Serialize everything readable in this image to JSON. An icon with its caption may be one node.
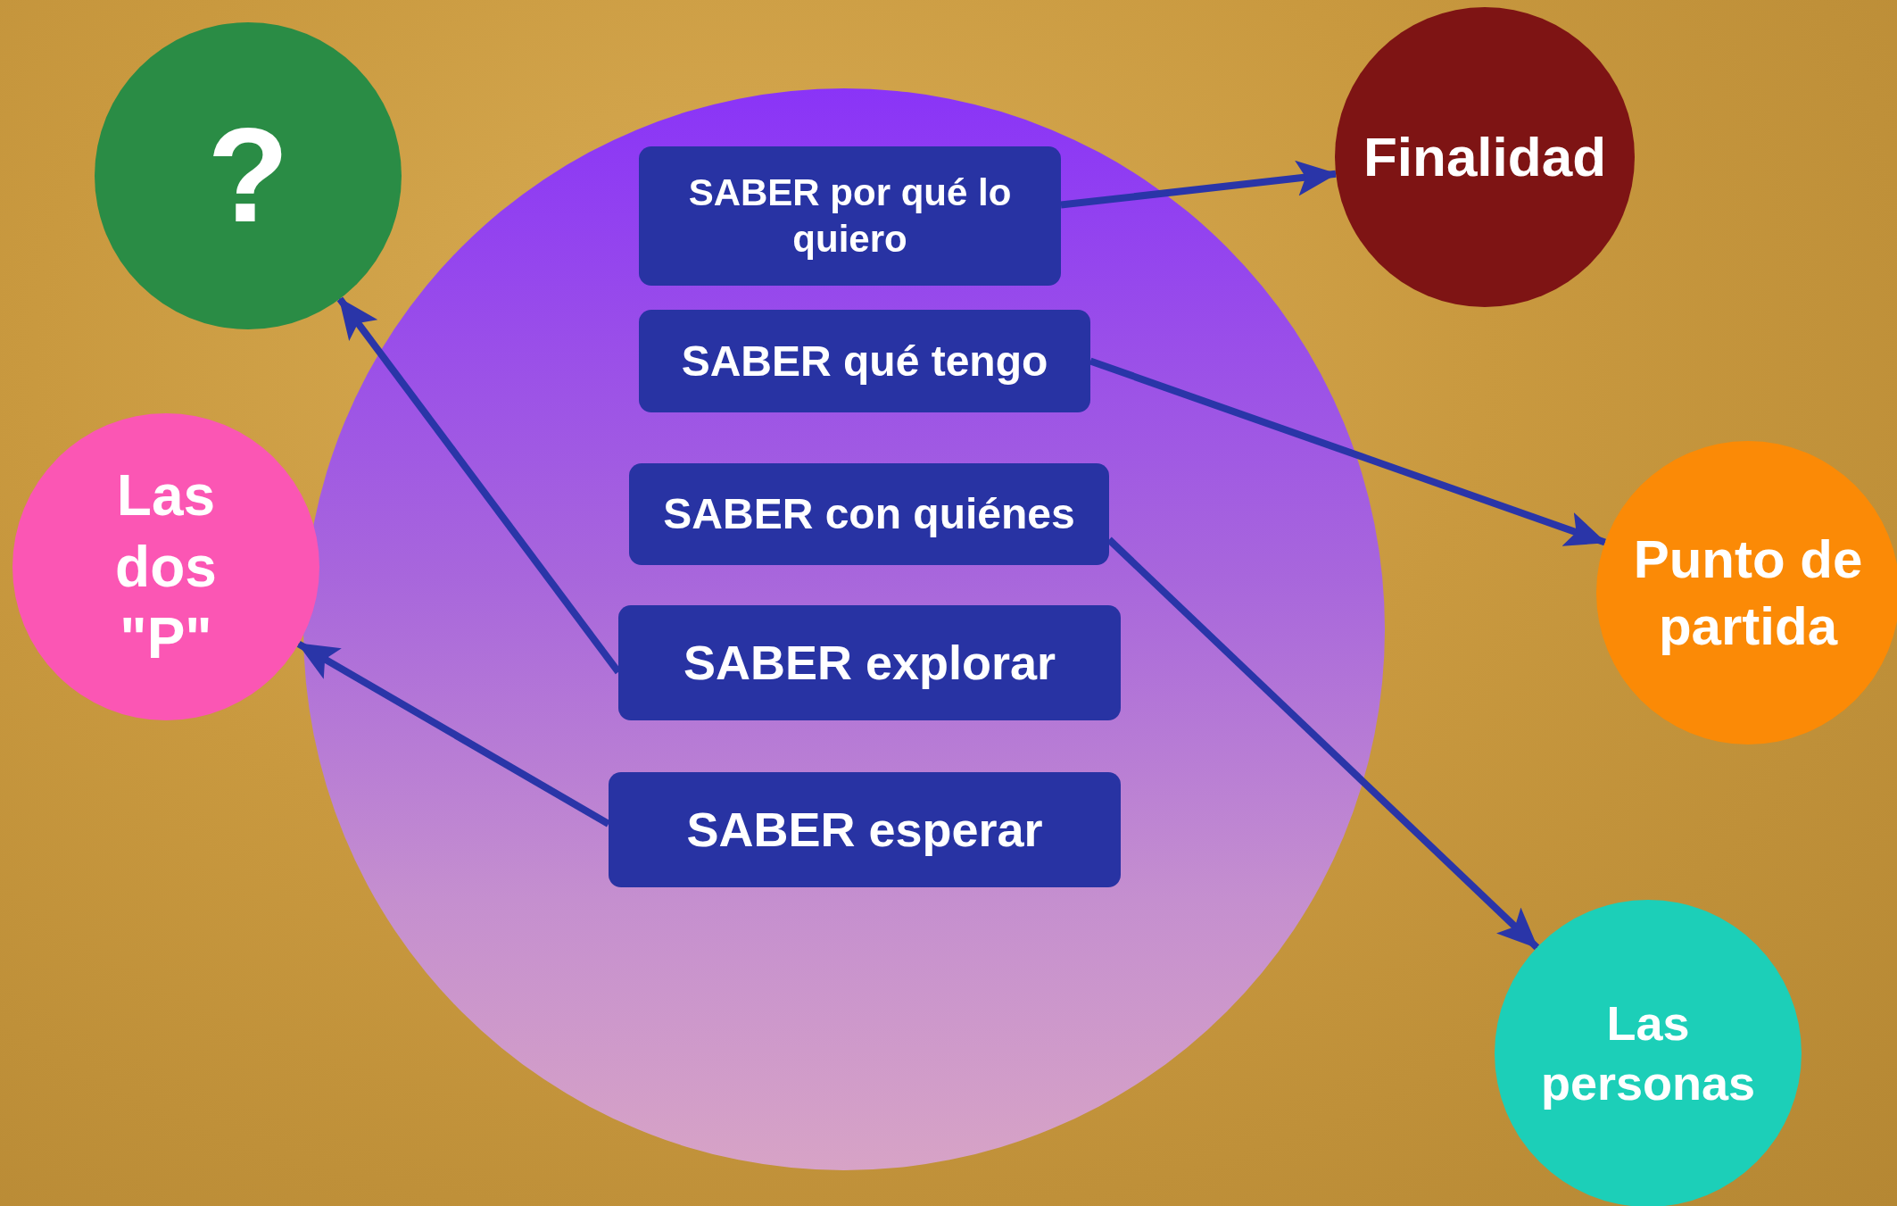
{
  "diagram": {
    "nodes": [
      {
        "text": [],
        "shape": "circle"
      },
      {
        "text": [
          "SABER por qué lo quiero"
        ],
        "in": 0
      },
      {
        "text": [
          "SABER qué tengo"
        ],
        "in": 0
      },
      {
        "text": [
          "SABER con quiénes"
        ],
        "in": 0
      },
      {
        "text": [
          "SABER explorar"
        ],
        "in": 0
      },
      {
        "text": [
          "SABER esperar"
        ],
        "in": 0
      },
      {
        "text": [
          "?"
        ]
      },
      {
        "text": [
          "Finalidad"
        ]
      },
      {
        "text": [
          "Las dos \"P\""
        ]
      },
      {
        "text": [
          "Punto de partida"
        ]
      },
      {
        "text": [
          "Las personas"
        ]
      }
    ],
    "edges": [
      {
        "from": 1,
        "to": 7,
        "arrow": "to"
      },
      {
        "from": 2,
        "to": 9,
        "arrow": "to"
      },
      {
        "from": 3,
        "to": 10,
        "arrow": "to"
      },
      {
        "from": 4,
        "to": 6,
        "arrow": "to"
      },
      {
        "from": 5,
        "to": 8,
        "arrow": "to"
      }
    ]
  }
}
